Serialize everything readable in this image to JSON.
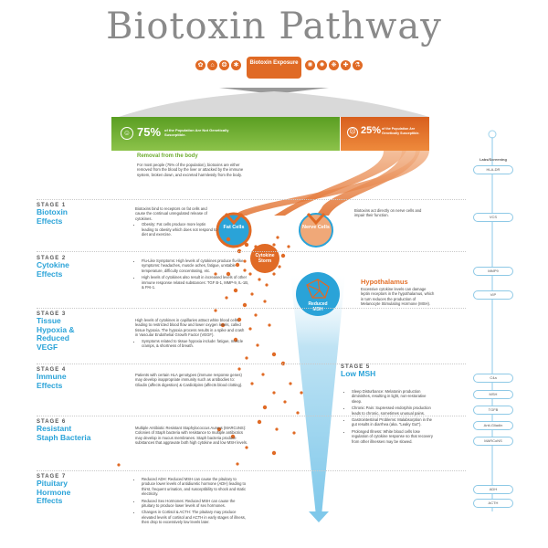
{
  "title": "Biotoxin Pathway",
  "exposure_label": "Biotoxin Exposure",
  "icons": [
    "mold-icon",
    "house-icon",
    "fish-icon",
    "tick-icon",
    "spider-icon",
    "virus-icon",
    "bacteria-icon",
    "medicine-icon",
    "flask-icon"
  ],
  "green_box": {
    "percent": "75%",
    "text": "of the Population Are Not Genetically Susceptible."
  },
  "orange_box": {
    "percent": "25%",
    "text": "of the Population Are Genetically Susceptible."
  },
  "removal": {
    "heading": "Removal from the body",
    "text": "For most people (75% of the population), biotoxins are either removed from the blood by the liver or attacked by the immune system, broken down, and excreted harmlessly from the body."
  },
  "nodes": {
    "fat": "Fat Cells",
    "nerve": "Nerve Cells",
    "cytokine": "Cytokine Storm",
    "msh": "Reduced MSH"
  },
  "stages": [
    {
      "num": "STAGE 1",
      "name": "Biotoxin Effects"
    },
    {
      "num": "STAGE 2",
      "name": "Cytokine Effects"
    },
    {
      "num": "STAGE 3",
      "name": "Tissue Hypoxia & Reduced VEGF"
    },
    {
      "num": "STAGE 4",
      "name": "Immune Effects"
    },
    {
      "num": "STAGE 5",
      "name": "Low MSH"
    },
    {
      "num": "STAGE 6",
      "name": "Resistant Staph Bacteria"
    },
    {
      "num": "STAGE 7",
      "name": "Pituitary Hormone Effects"
    }
  ],
  "stage1": {
    "text": "Biotoxins bind to receptors on fat cells and cause the continual unregulated release of cytokines.",
    "bullet": "Obesity: Fat cells produce more leptin leading to obesity which does not respond to diet and exercise.",
    "right": "Biotoxins act directly on nerve cells and impair their function."
  },
  "stage2": {
    "b1": "Flu-Like Symptoms: High levels of cytokines produce flu-like symptoms: headaches, muscle aches, fatigue, unstable temperature, difficulty concentrating, etc.",
    "b2": "High levels of cytokines also result in increased levels of other immune response related substances: TGF B-1, MMP-9, IL-1B, & PAI-1."
  },
  "hypothalamus": {
    "heading": "Hypothalamus",
    "text": "Excessive cytokine levels can damage leptin receptors in the hypothalamus, which in turn reduces the production of Melanocyte Stimulating Hormone (MSH)."
  },
  "stage3": {
    "text": "High levels of cytokines in capillaries attract white blood cells, leading to restricted blood flow and lower oxygen levels, called tissue hypoxia. The hypoxia process results in a spike and crash in Vascular Endothelial Growth Factor (VEGF).",
    "bullet": "Symptoms related to tissue hypoxia include: fatigue, muscle cramps, & shortness of breath."
  },
  "stage4": {
    "text": "Patients with certain HLA genotypes (immune response genes) may develop inappropriate immunity such as antibodies to: Gliadin (affects digestion) & Cardiolipins (affects blood clotting)."
  },
  "stage5": {
    "b1": "Sleep Disturbance: Melatonin production diminishes, resulting in light, non-restorative sleep.",
    "b2": "Chronic Pain: Supressed endorphin production leads to chronic, sometimes unusual pains.",
    "b3": "Gastrointestinal Problems: Malabsorption in the gut results in diarrhea (aka. \"Leaky Gut\").",
    "b4": "Prolonged Illness: White blood cells lose regulation of cytokine response so that recovery from other illnesses may be slowed."
  },
  "stage6": {
    "text": "Multiple Antibiotic Resistant Staphylococcus Aureus (MARCoNS): Colonies of Staph bacteria with resistance to multiple antibiotics may develop in mucus membranes. Staph bacteria produce substances that aggravate both high cytokine and low MSH levels."
  },
  "stage7": {
    "b1": "Reduced ADH: Reduced MSH can cause the pituitary to produce lower levels of antidiuretic hormone (ADH) leading to thirst, frequent urination, and susceptibility to shock and static electricity.",
    "b2": "Reduced Sex Hormones: Reduced MSH can cause the pituitary to produce lower levels of sex hormones.",
    "b3": "Changes in Cortisol & ACTH: The pituitary may produce elevated levels of cortisol and ACTH in early stages of illness, then drop to excessively low levels later."
  },
  "lab": {
    "heading": "Labs/Screening",
    "items": [
      "HLA-DR",
      "VCS",
      "MMP9",
      "VIP",
      "C4a",
      "MSH",
      "TGFB",
      "Anti-Gliadin",
      "MARCoNS",
      "ADH",
      "ACTH"
    ]
  },
  "colors": {
    "green": "#6cab2e",
    "orange": "#e06a25",
    "blue": "#2aa3d8",
    "light_blue": "#bfe3f4"
  }
}
